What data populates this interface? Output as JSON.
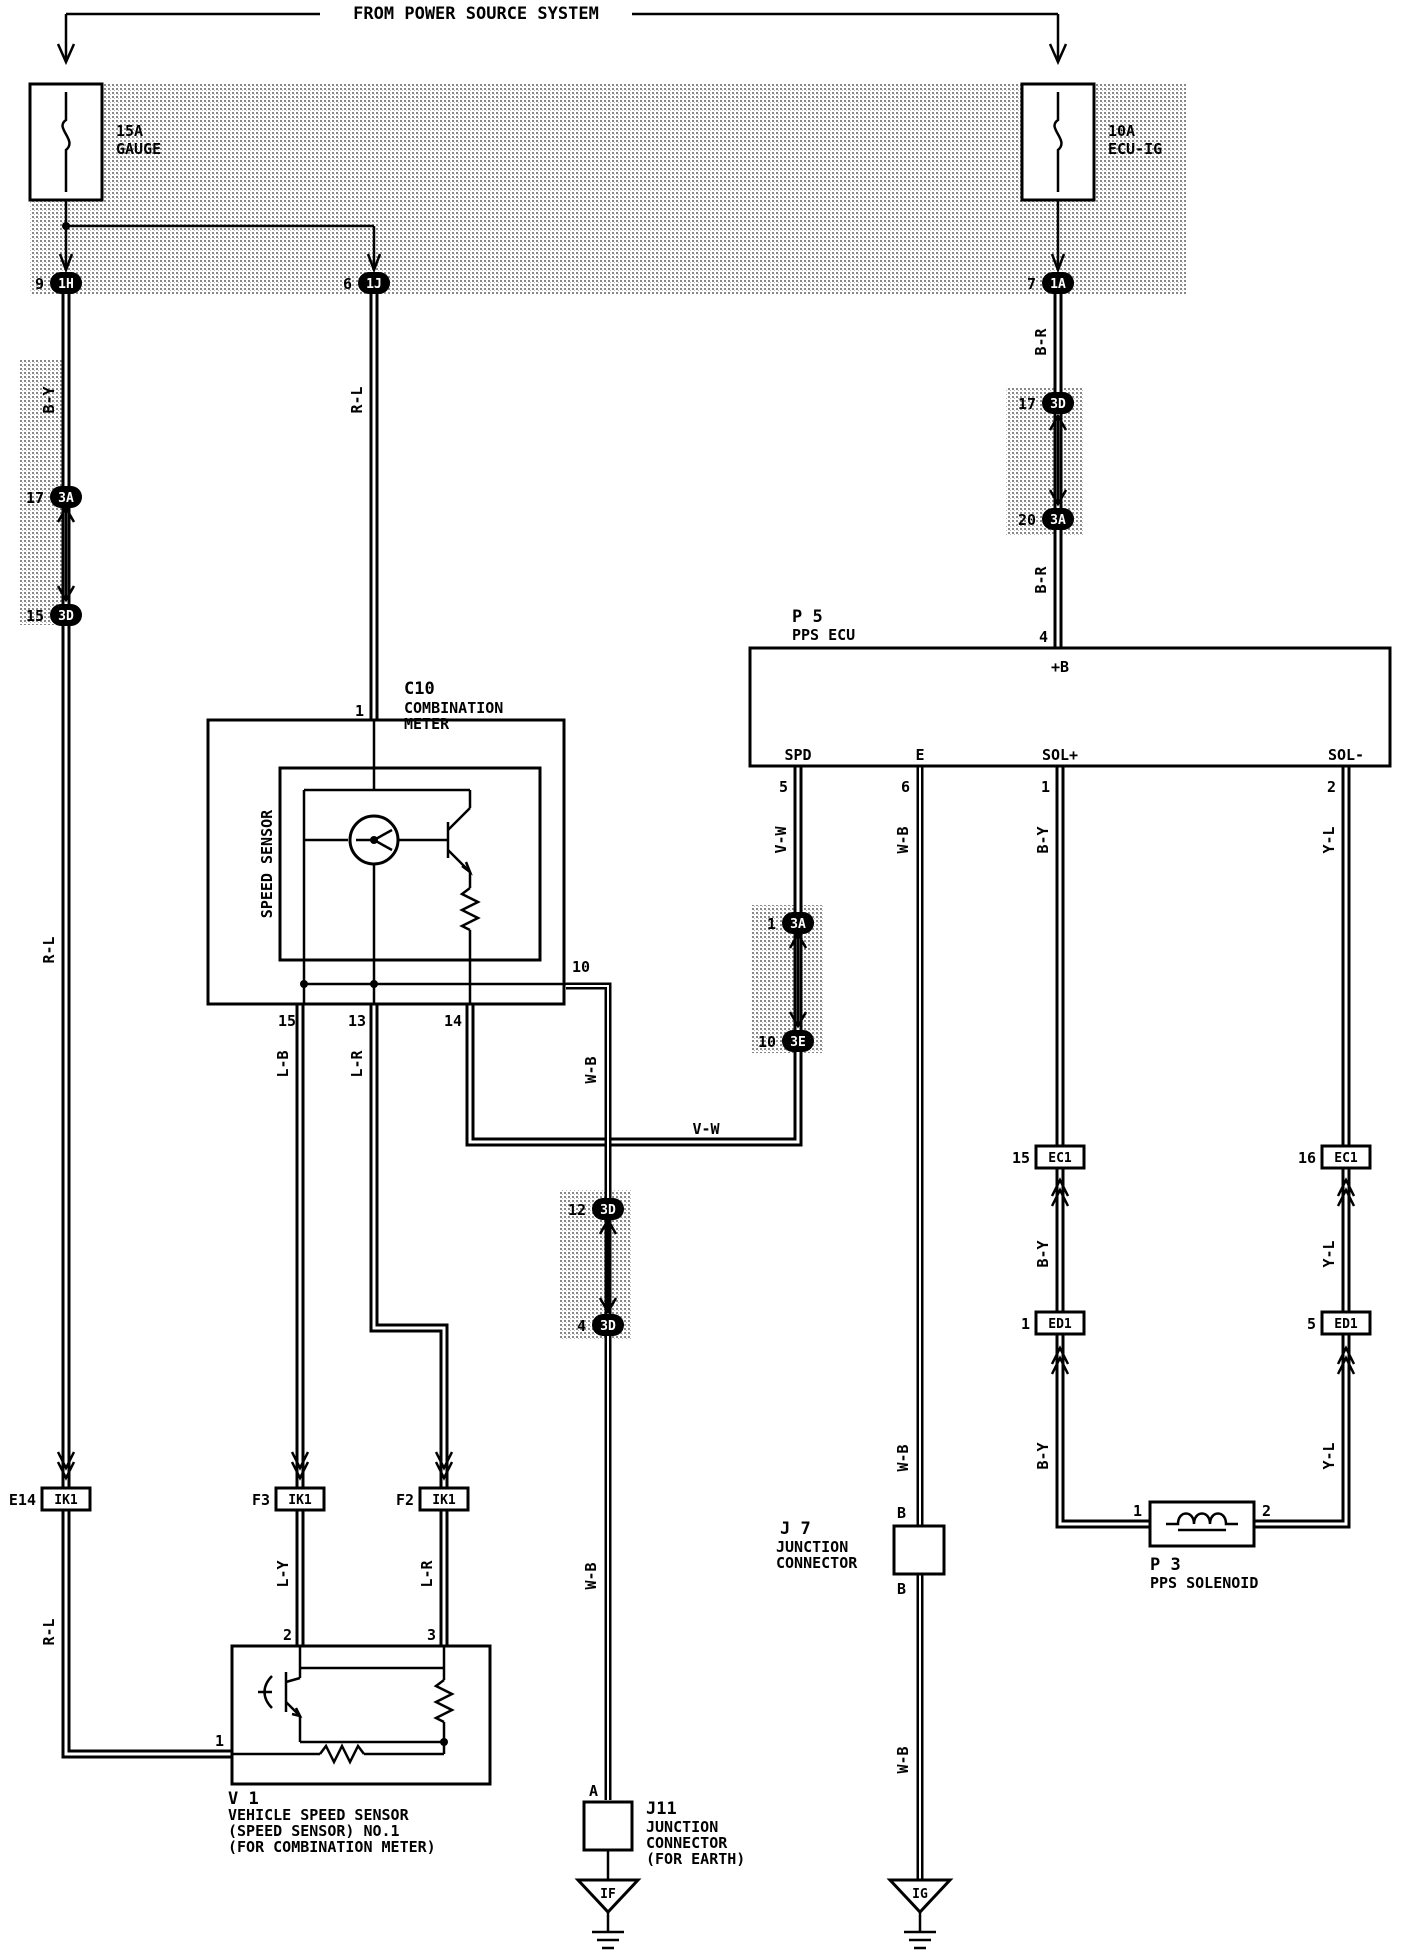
{
  "header": {
    "power_source": "FROM POWER SOURCE SYSTEM"
  },
  "fuses": [
    {
      "rating": "15A",
      "name": "GAUGE"
    },
    {
      "rating": "10A",
      "name": "ECU-IG"
    }
  ],
  "connectors": {
    "c1H": {
      "pin": "9",
      "id": "1H"
    },
    "c1J": {
      "pin": "6",
      "id": "1J"
    },
    "c1A": {
      "pin": "7",
      "id": "1A"
    },
    "c3D_top": {
      "pin": "17",
      "id": "3D"
    },
    "c3A_mid": {
      "pin": "20",
      "id": "3A"
    },
    "c3A_left": {
      "pin": "17",
      "id": "3A"
    },
    "c3D_left": {
      "pin": "15",
      "id": "3D"
    },
    "c3A_spd": {
      "pin": "1",
      "id": "3A"
    },
    "c3E_spd": {
      "pin": "10",
      "id": "3E"
    },
    "c3D_wb1": {
      "pin": "12",
      "id": "3D"
    },
    "c3D_wb2": {
      "pin": "4",
      "id": "3D"
    },
    "cEC1_a": {
      "pin": "15",
      "id": "EC1"
    },
    "cEC1_b": {
      "pin": "16",
      "id": "EC1"
    },
    "cED1_a": {
      "pin": "1",
      "id": "ED1"
    },
    "cED1_b": {
      "pin": "5",
      "id": "ED1"
    },
    "cIK1_a": {
      "pin": "E14",
      "id": "IK1"
    },
    "cIK1_b": {
      "pin": "F3",
      "id": "IK1"
    },
    "cIK1_c": {
      "pin": "F2",
      "id": "IK1"
    }
  },
  "wires": {
    "by_left": "B-Y",
    "rl_top": "R-L",
    "br_top": "B-R",
    "br_mid": "B-R",
    "rl_left": "R-L",
    "rl_bottom": "R-L",
    "lb": "L-B",
    "lr": "L-R",
    "vw_vert": "V-W",
    "vw_horz": "V-W",
    "wb_meter": "W-B",
    "wb_e_top": "W-B",
    "wb_e_mid": "W-B",
    "wb_e_bot": "W-B",
    "wb_j11": "W-B",
    "by_sol1": "B-Y",
    "by_sol2": "B-Y",
    "by_sol3": "B-Y",
    "yl_sol1": "Y-L",
    "yl_sol2": "Y-L",
    "yl_sol3": "Y-L",
    "ly": "L-Y",
    "lr_bottom": "L-R"
  },
  "meter": {
    "code": "C10",
    "name_line1": "COMBINATION",
    "name_line2": "METER",
    "sensor_label": "SPEED SENSOR",
    "pin_top": "1",
    "pin_15": "15",
    "pin_13": "13",
    "pin_14": "14",
    "pin_10": "10"
  },
  "ecu": {
    "code": "P 5",
    "name": "PPS ECU",
    "pin_b": "4",
    "label_b": "+B",
    "label_spd": "SPD",
    "label_e": "E",
    "label_solp": "SOL+",
    "label_soln": "SOL-",
    "pin_spd": "5",
    "pin_e": "6",
    "pin_solp": "1",
    "pin_soln": "2"
  },
  "junction_j7": {
    "code": "J 7",
    "name_line1": "JUNCTION",
    "name_line2": "CONNECTOR",
    "pin_top": "B",
    "pin_bottom": "B"
  },
  "junction_j11": {
    "code": "J11",
    "name_line1": "JUNCTION",
    "name_line2": "CONNECTOR",
    "name_line3": "(FOR EARTH)",
    "pin": "A"
  },
  "solenoid": {
    "code": "P 3",
    "name": "PPS SOLENOID",
    "pin1": "1",
    "pin2": "2"
  },
  "vss": {
    "code": "V 1",
    "name_line1": "VEHICLE SPEED SENSOR",
    "name_line2": "(SPEED SENSOR) NO.1",
    "name_line3": "(FOR COMBINATION METER)",
    "pin1": "1",
    "pin2": "2",
    "pin3": "3"
  },
  "grounds": {
    "g1": "IF",
    "g2": "IG"
  }
}
